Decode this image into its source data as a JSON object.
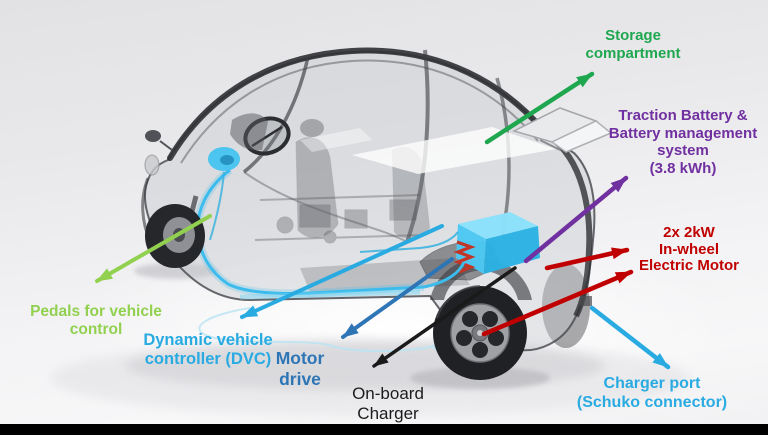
{
  "labels": {
    "storage": {
      "line1": "Storage",
      "line2": "compartment",
      "color": "#1FA750"
    },
    "traction_battery": {
      "line1": "Traction Battery &",
      "line2": "Battery management",
      "line3": "system",
      "line4": "(3.8 kWh)",
      "color": "#7030A0"
    },
    "in_wheel_motor": {
      "line1": "2x 2kW",
      "line2": "In-wheel",
      "line3": "Electric Motor",
      "color": "#C00000"
    },
    "charger_port": {
      "line1": "Charger port",
      "line2": "(Schuko connector)",
      "color": "#29ABE2"
    },
    "onboard_charger": {
      "line1": "On-board",
      "line2": "Charger",
      "color": "#1C1C1C"
    },
    "motor_drive": {
      "line1": "Motor",
      "line2": "drive",
      "color": "#2E75B6"
    },
    "dvc": {
      "line1": "Dynamic vehicle",
      "line2": "controller (DVC)",
      "color": "#29ABE2"
    },
    "pedals": {
      "line1": "Pedals for vehicle",
      "line2": "control",
      "color": "#92D050"
    }
  },
  "arrow_colors": {
    "green": "#1FA750",
    "light_green": "#92D050",
    "purple": "#7030A0",
    "red": "#C00000",
    "black": "#1A1A1A",
    "blue": "#2E75B6",
    "cyan": "#29ABE2"
  },
  "vehicle": {
    "highlight_component_color": "#45C3F0",
    "spring_color": "#C23526"
  }
}
